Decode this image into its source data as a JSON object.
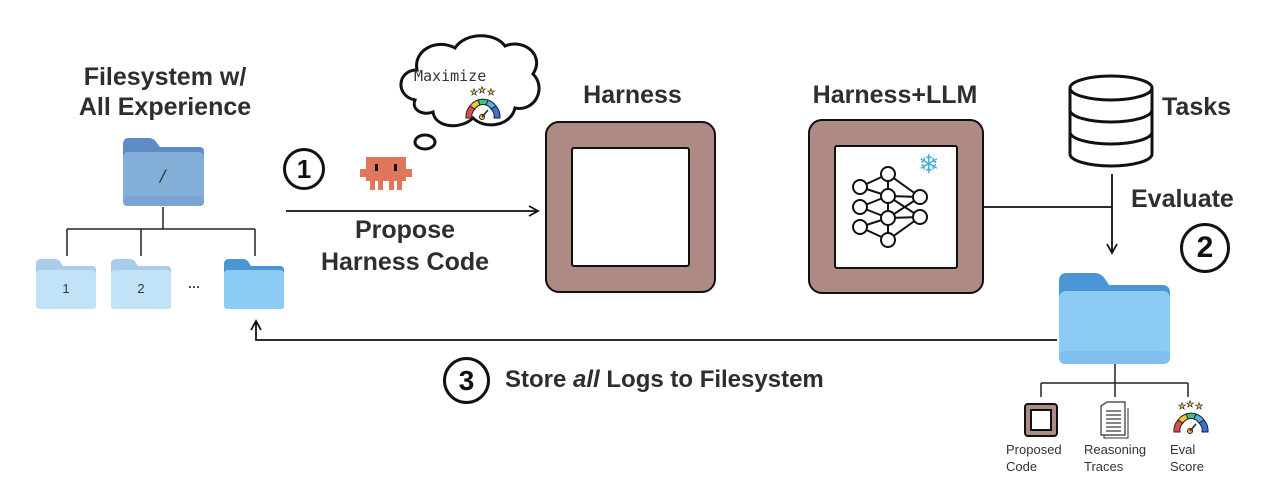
{
  "filesystem": {
    "title_line1": "Filesystem w/",
    "title_line2": "All Experience",
    "root_folder_label": "/",
    "child_folders": [
      "1",
      "2"
    ],
    "ellipsis": "…"
  },
  "step1": {
    "number": "1",
    "label_line1": "Propose",
    "label_line2": "Harness Code",
    "thought_text": "Maximize"
  },
  "harness": {
    "title": "Harness"
  },
  "harness_llm": {
    "title": "Harness+LLM"
  },
  "tasks": {
    "label": "Tasks"
  },
  "step2": {
    "number": "2",
    "label": "Evaluate"
  },
  "step3": {
    "number": "3",
    "label_before": "Store ",
    "label_italic": "all",
    "label_after": " Logs to Filesystem"
  },
  "outputs": [
    {
      "line1": "Proposed",
      "line2": "Code",
      "icon": "code-box-icon"
    },
    {
      "line1": "Reasoning",
      "line2": "Traces",
      "icon": "document-icon"
    },
    {
      "line1": "Eval",
      "line2": "Score",
      "icon": "gauge-icon"
    }
  ],
  "colors": {
    "harness_frame": "#ad8a84",
    "folder_root": "#7faad6",
    "folder_light": "#bfe0f7",
    "folder_active": "#8ccbf3",
    "agent": "#e0775a",
    "snowflake": "#4ab0d8"
  }
}
